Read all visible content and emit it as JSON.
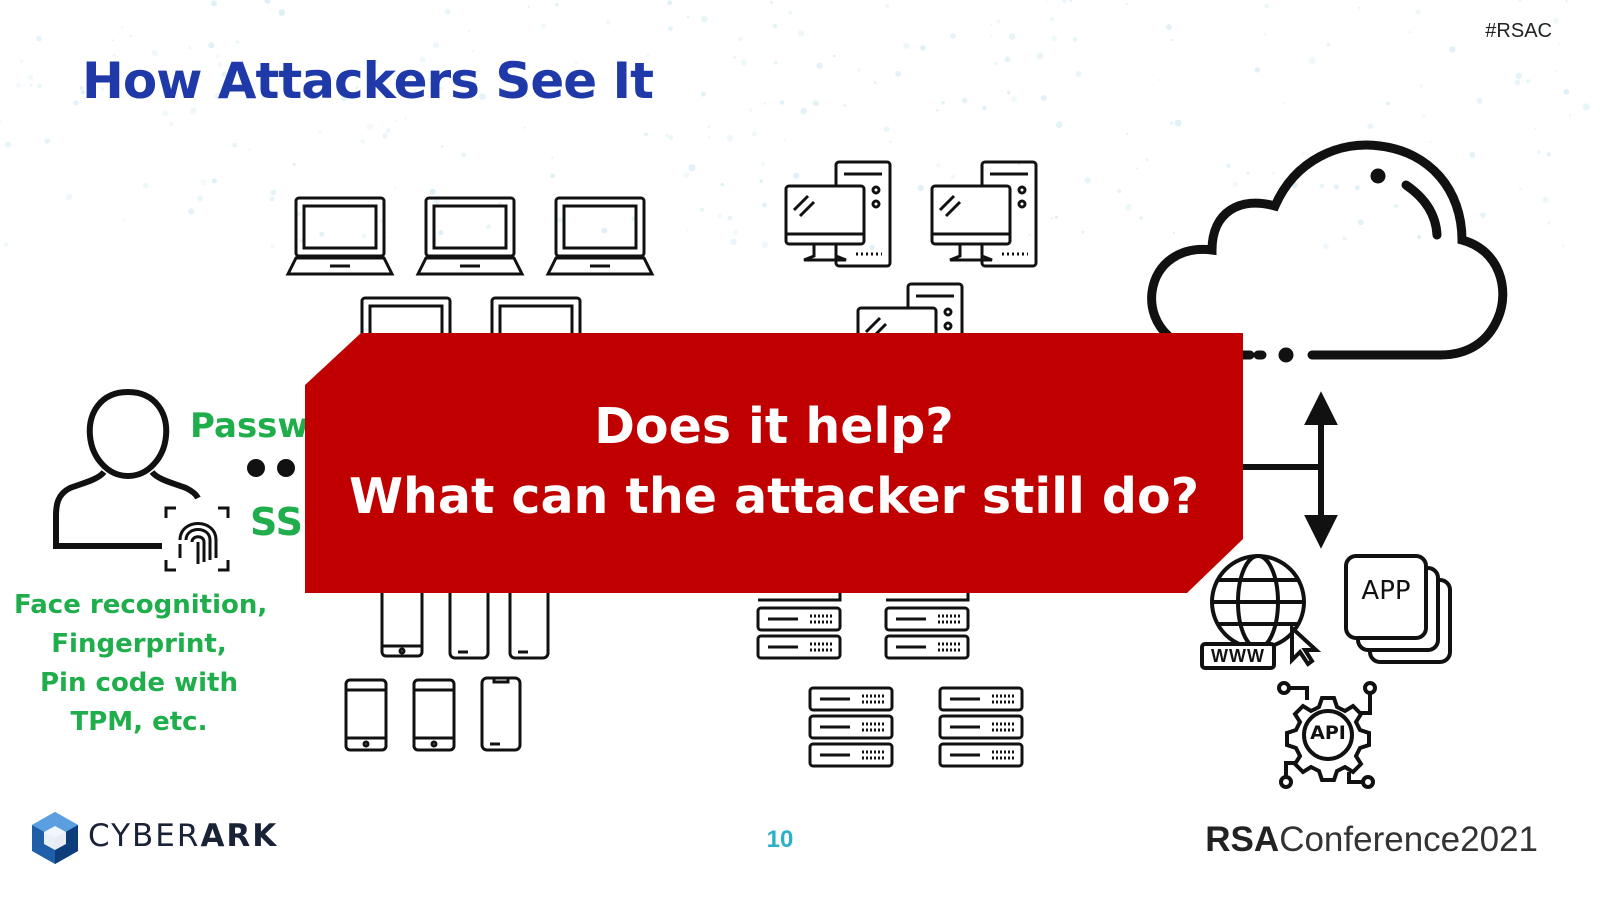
{
  "slide": {
    "title": "How Attackers See It",
    "hashtag": "#RSAC",
    "page_number": "10"
  },
  "user_section": {
    "passwordless_label": "Passwordless",
    "sso_label": "SSO",
    "face_text": [
      "Face recognition,",
      "Fingerprint,",
      "Pin code with",
      "TPM, etc."
    ]
  },
  "banner": {
    "line1": "Does it help?",
    "line2": "What can the attacker still do?",
    "color": "#c00000"
  },
  "icons": {
    "app_label": "APP",
    "api_label": "API",
    "www_label": "WWW"
  },
  "footer": {
    "cyberark_light": "CYBER",
    "cyberark_bold": "ARK",
    "rsa_bold": "RSA",
    "rsa_rest": "Conference2021"
  },
  "colors": {
    "title": "#1f3aa8",
    "green": "#1fae4b",
    "page_number": "#2ab0c8"
  }
}
